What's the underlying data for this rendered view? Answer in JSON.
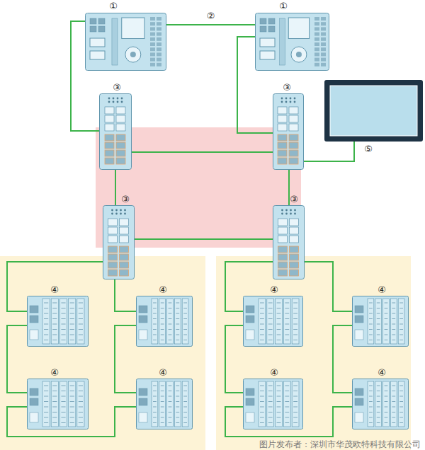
{
  "diagram": {
    "nodes": [
      {
        "text": [
          "①"
        ]
      },
      {
        "text": [
          "①"
        ]
      },
      {
        "text": [
          "③"
        ]
      },
      {
        "text": [
          "③"
        ]
      },
      {
        "text": [
          "⑤"
        ]
      },
      {
        "text": [
          "③"
        ]
      },
      {
        "text": [
          "③"
        ]
      },
      {
        "text": [
          "④"
        ]
      },
      {
        "text": [
          "④"
        ]
      },
      {
        "text": [
          "④"
        ]
      },
      {
        "text": [
          "④"
        ]
      },
      {
        "text": [
          "④"
        ]
      },
      {
        "text": [
          "④"
        ]
      },
      {
        "text": [
          "④"
        ]
      },
      {
        "text": [
          "④"
        ]
      }
    ],
    "edges": [
      {
        "from": 0,
        "to": 1,
        "arrow": "none",
        "label": "②"
      },
      {
        "from": 0,
        "to": 2,
        "arrow": "none"
      },
      {
        "from": 1,
        "to": 3,
        "arrow": "none"
      },
      {
        "from": 3,
        "to": 4,
        "arrow": "none"
      },
      {
        "from": 2,
        "to": 3,
        "arrow": "none"
      },
      {
        "from": 2,
        "to": 5,
        "arrow": "none"
      },
      {
        "from": 3,
        "to": 6,
        "arrow": "none"
      },
      {
        "from": 5,
        "to": 6,
        "arrow": "none"
      },
      {
        "from": 5,
        "to": 7,
        "arrow": "none"
      },
      {
        "from": 7,
        "to": 9,
        "arrow": "none"
      },
      {
        "from": 5,
        "to": 8,
        "arrow": "none"
      },
      {
        "from": 8,
        "to": 10,
        "arrow": "none"
      },
      {
        "from": 9,
        "to": 10,
        "arrow": "none"
      },
      {
        "from": 6,
        "to": 11,
        "arrow": "none"
      },
      {
        "from": 11,
        "to": 13,
        "arrow": "none"
      },
      {
        "from": 6,
        "to": 12,
        "arrow": "none"
      },
      {
        "from": 12,
        "to": 14,
        "arrow": "none"
      },
      {
        "from": 13,
        "to": 14,
        "arrow": "none"
      }
    ],
    "labels": [
      "图片发布者：深圳市华茂欧特科技有限公司"
    ]
  }
}
